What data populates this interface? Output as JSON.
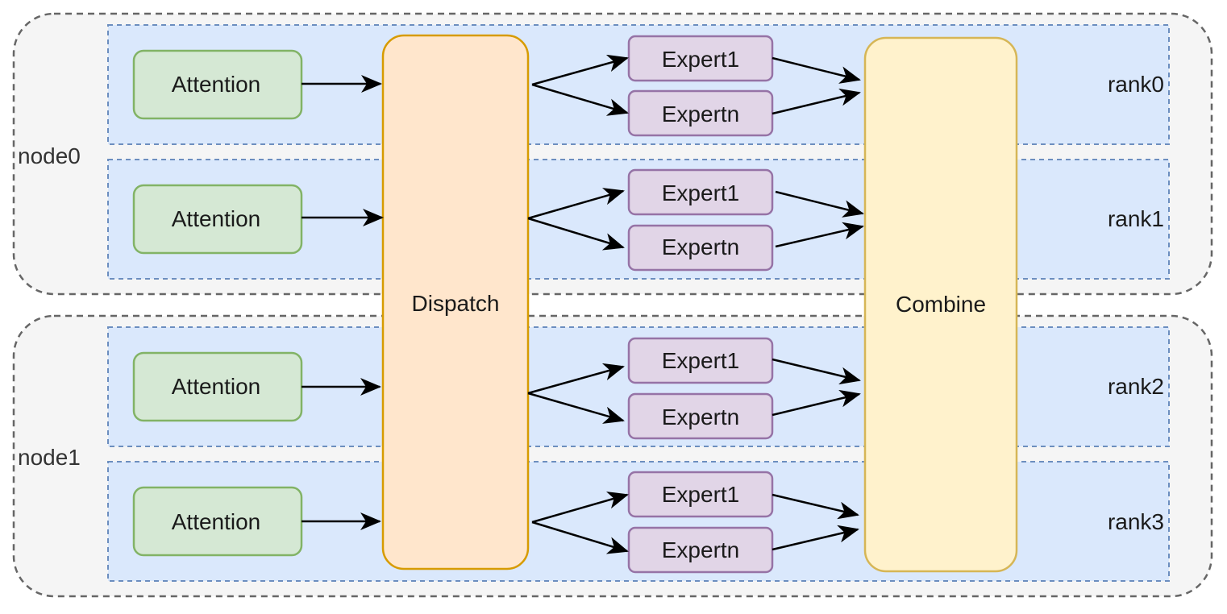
{
  "nodes": [
    {
      "label": "node0"
    },
    {
      "label": "node1"
    }
  ],
  "ranks": [
    {
      "label": "rank0",
      "attention": "Attention",
      "experts": [
        "Expert1",
        "Expertn"
      ]
    },
    {
      "label": "rank1",
      "attention": "Attention",
      "experts": [
        "Expert1",
        "Expertn"
      ]
    },
    {
      "label": "rank2",
      "attention": "Attention",
      "experts": [
        "Expert1",
        "Expertn"
      ]
    },
    {
      "label": "rank3",
      "attention": "Attention",
      "experts": [
        "Expert1",
        "Expertn"
      ]
    }
  ],
  "dispatch": {
    "label": "Dispatch"
  },
  "combine": {
    "label": "Combine"
  },
  "colors": {
    "node_fill": "#f5f5f5",
    "node_border": "#666666",
    "rank_fill": "#dae8fc",
    "rank_border": "#6c8ebf",
    "attention_fill": "#d5e8d4",
    "attention_border": "#82b366",
    "dispatch_fill": "#ffe6cc",
    "dispatch_border": "#d79b00",
    "expert_fill": "#e1d5e7",
    "expert_border": "#9673a6",
    "combine_fill": "#fff2cc",
    "combine_border": "#d6b656",
    "arrow": "#000000"
  }
}
